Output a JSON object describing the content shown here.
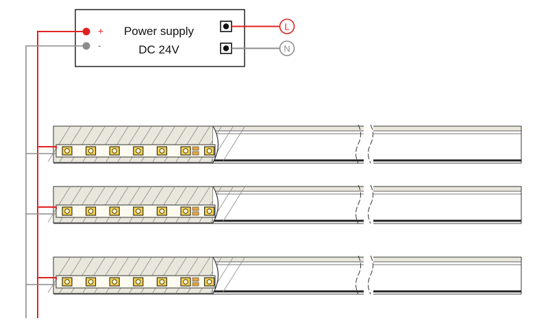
{
  "power_supply": {
    "title": "Power supply",
    "voltage": "DC 24V",
    "plus_sign": "+",
    "minus_sign": "-"
  },
  "mains_terminals": {
    "live": "L",
    "neutral": "N"
  },
  "colors": {
    "positive_wire": "#e02020",
    "negative_wire": "#8c8c8c",
    "led_chip": "#f6d24a",
    "resistor": "#e8a640",
    "profile_fill": "#e9e7dc"
  },
  "strips": [
    {
      "led_count": 7
    },
    {
      "led_count": 7
    },
    {
      "led_count": 7
    }
  ]
}
